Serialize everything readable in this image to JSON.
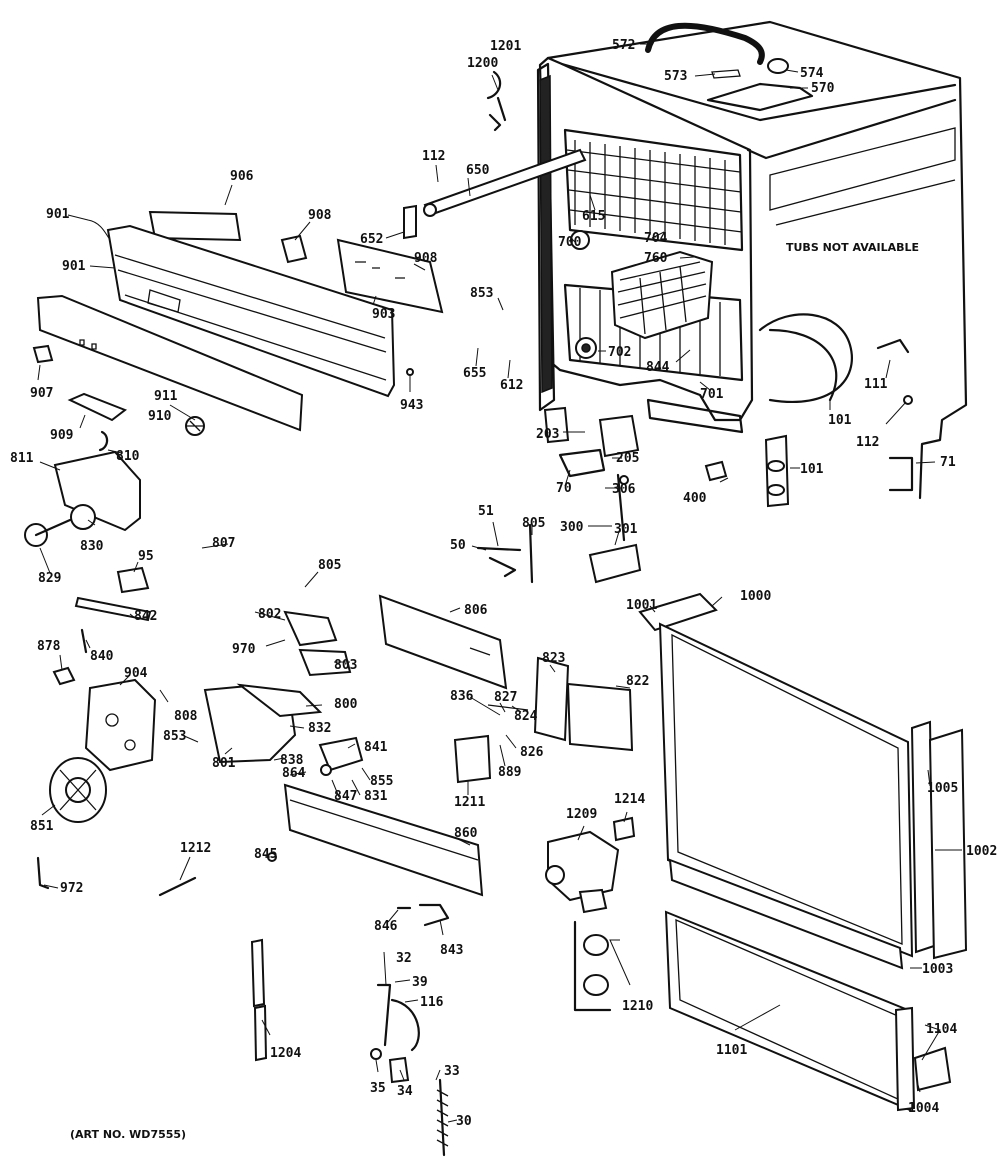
{
  "diagram": {
    "note": "TUBS NOT AVAILABLE",
    "art_number": "(ART NO. WD7555)"
  },
  "callouts": {
    "c572": "572",
    "c573": "573",
    "c574": "574",
    "c570": "570",
    "c1200": "1200",
    "c1201": "1201",
    "c112a": "112",
    "c650": "650",
    "c906": "906",
    "c901a": "901",
    "c901b": "901",
    "c908a": "908",
    "c652": "652",
    "c908b": "908",
    "c903": "903",
    "c615": "615",
    "c704": "704",
    "c700": "700",
    "c760": "760",
    "c853": "853",
    "c702": "702",
    "c844": "844",
    "c701": "701",
    "c655": "655",
    "c612": "612",
    "c907": "907",
    "c911": "911",
    "c910": "910",
    "c943": "943",
    "c909": "909",
    "c810": "810",
    "c811": "811",
    "c203": "203",
    "c205": "205",
    "c70": "70",
    "c306": "306",
    "c400": "400",
    "c101a": "101",
    "c101b": "101",
    "c111": "111",
    "c112b": "112",
    "c71": "71",
    "c830": "830",
    "c829": "829",
    "c95": "95",
    "c807": "807",
    "c805a": "805",
    "c51": "51",
    "c50": "50",
    "c805b": "805",
    "c300": "300",
    "c301": "301",
    "c842": "842",
    "c840": "840",
    "c802": "802",
    "c970": "970",
    "c803": "803",
    "c806": "806",
    "c1001": "1001",
    "c1000": "1000",
    "c878": "878",
    "c904": "904",
    "c823": "823",
    "c822": "822",
    "c836": "836",
    "c827": "827",
    "c800": "800",
    "c808": "808",
    "c824": "824",
    "c853b": "853",
    "c832": "832",
    "c801": "801",
    "c838": "838",
    "c841": "841",
    "c826": "826",
    "c889": "889",
    "c864": "864",
    "c855": "855",
    "c847": "847",
    "c831": "831",
    "c1211": "1211",
    "c1005": "1005",
    "c851": "851",
    "c860": "860",
    "c1209": "1209",
    "c1214": "1214",
    "c1002": "1002",
    "c1212": "1212",
    "c845": "845",
    "c972": "972",
    "c846": "846",
    "c843": "843",
    "c32": "32",
    "c39": "39",
    "c116": "116",
    "c1210": "1210",
    "c1003": "1003",
    "c1204": "1204",
    "c1104": "1104",
    "c1101": "1101",
    "c35": "35",
    "c34": "34",
    "c33": "33",
    "c1004": "1004",
    "c30": "30"
  }
}
